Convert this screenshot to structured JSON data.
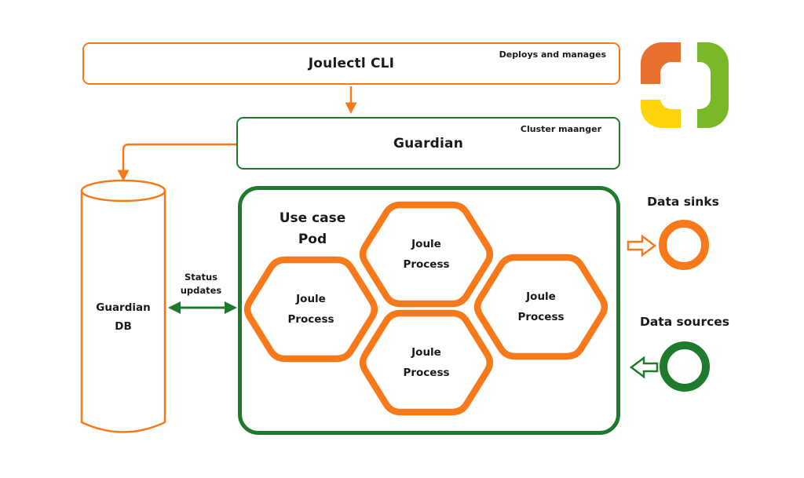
{
  "diagram": {
    "cli_box": {
      "title": "Joulectl CLI",
      "corner_label": "Deploys and manages"
    },
    "guardian_box": {
      "title": "Guardian",
      "corner_label": "Cluster maanger"
    },
    "guardian_db": {
      "label": "Guardian DB"
    },
    "status_arrow": {
      "label": "Status updates"
    },
    "pod": {
      "title": "Use case Pod",
      "processes": [
        "Joule Process",
        "Joule Process",
        "Joule Process",
        "Joule Process"
      ]
    },
    "data_sinks": {
      "label": "Data sinks"
    },
    "data_sources": {
      "label": "Data sources"
    }
  },
  "colors": {
    "line_orange": "#F8791A",
    "line_green": "#1E7B2E",
    "text": "#1A1A1A",
    "logo_orange": "#E8702D",
    "logo_yellow": "#FFD40B",
    "logo_green": "#79B829"
  }
}
